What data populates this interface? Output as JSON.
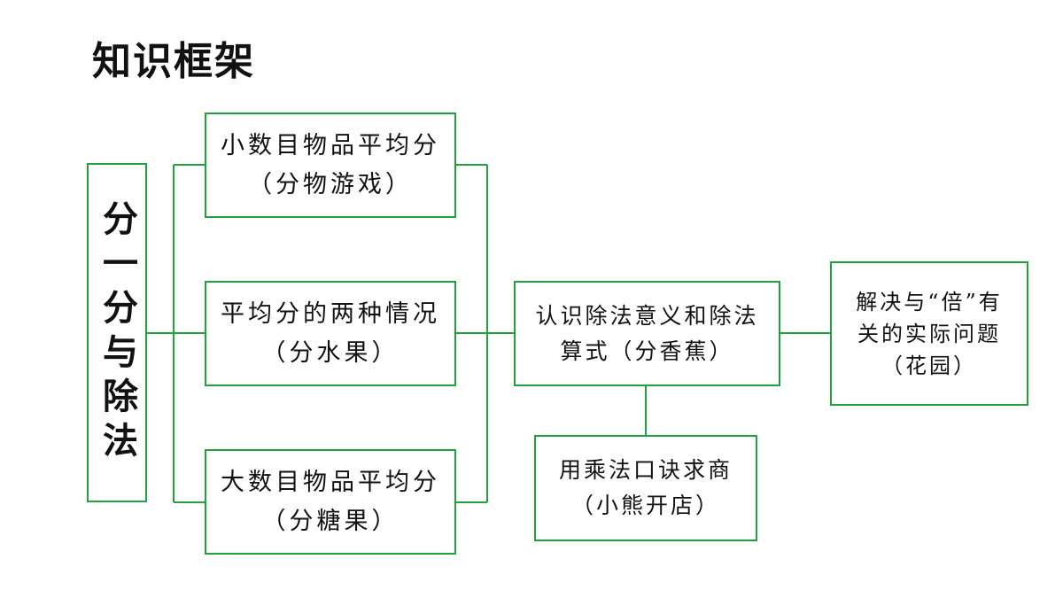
{
  "page": {
    "title": "知识框架"
  },
  "diagram": {
    "root": "分一分与除法",
    "branches": [
      {
        "text": "小数目物品平均分（分物游戏）"
      },
      {
        "text": "平均分的两种情况（分水果）"
      },
      {
        "text": "大数目物品平均分（分糖果）"
      }
    ],
    "middle": "认识除法意义和除法算式（分香蕉）",
    "bottom": "用乘法口诀求商（小熊开店）",
    "right": "解决与“倍”有关的实际问题（花园）"
  },
  "colors": {
    "border": "#1fa23c",
    "text": "#111111",
    "background": "#ffffff"
  }
}
